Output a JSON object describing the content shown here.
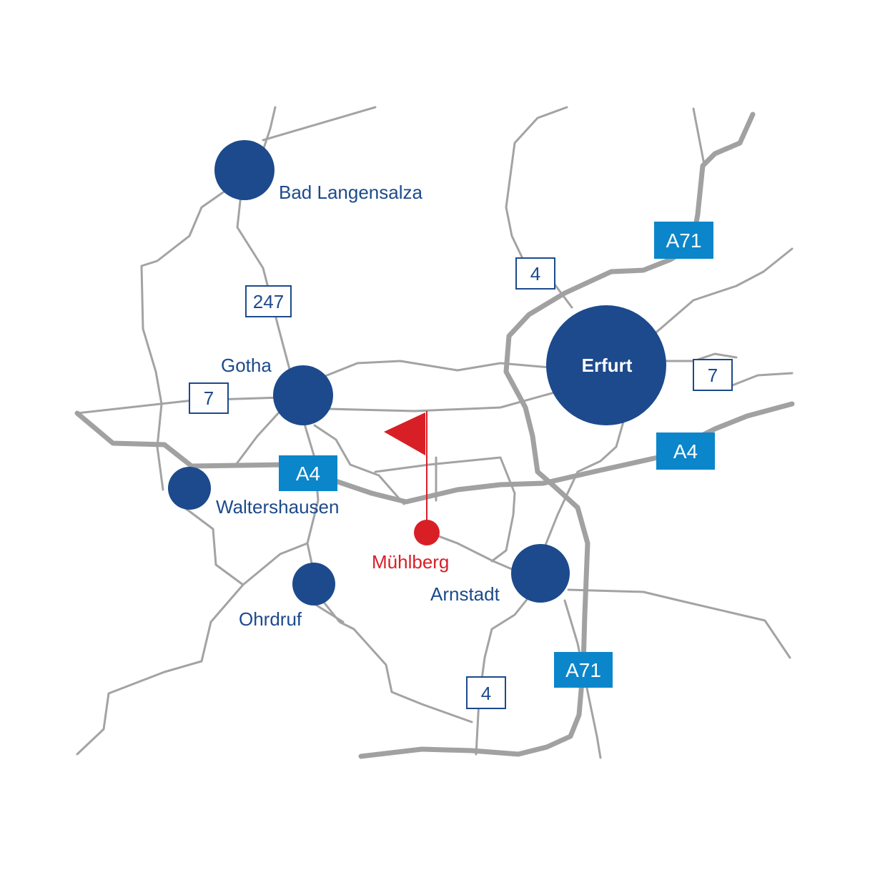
{
  "colors": {
    "city": "#1c4a8c",
    "autobahn": "#0b86cb",
    "road": "#a3a3a3",
    "destination": "#d81f26",
    "white": "#ffffff"
  },
  "cities": {
    "bad_langensalza": "Bad Langensalza",
    "gotha": "Gotha",
    "erfurt": "Erfurt",
    "waltershausen": "Waltershausen",
    "ohrdruf": "Ohrdruf",
    "arnstadt": "Arnstadt"
  },
  "destination": {
    "name": "Mühlberg",
    "icon": "flag-icon"
  },
  "federal_roads": {
    "b247": "247",
    "b7_west": "7",
    "b7_east": "7",
    "b4_north": "4",
    "b4_south": "4"
  },
  "autobahns": {
    "a4_west": "A4",
    "a4_east": "A4",
    "a71_north": "A71",
    "a71_south": "A71"
  }
}
